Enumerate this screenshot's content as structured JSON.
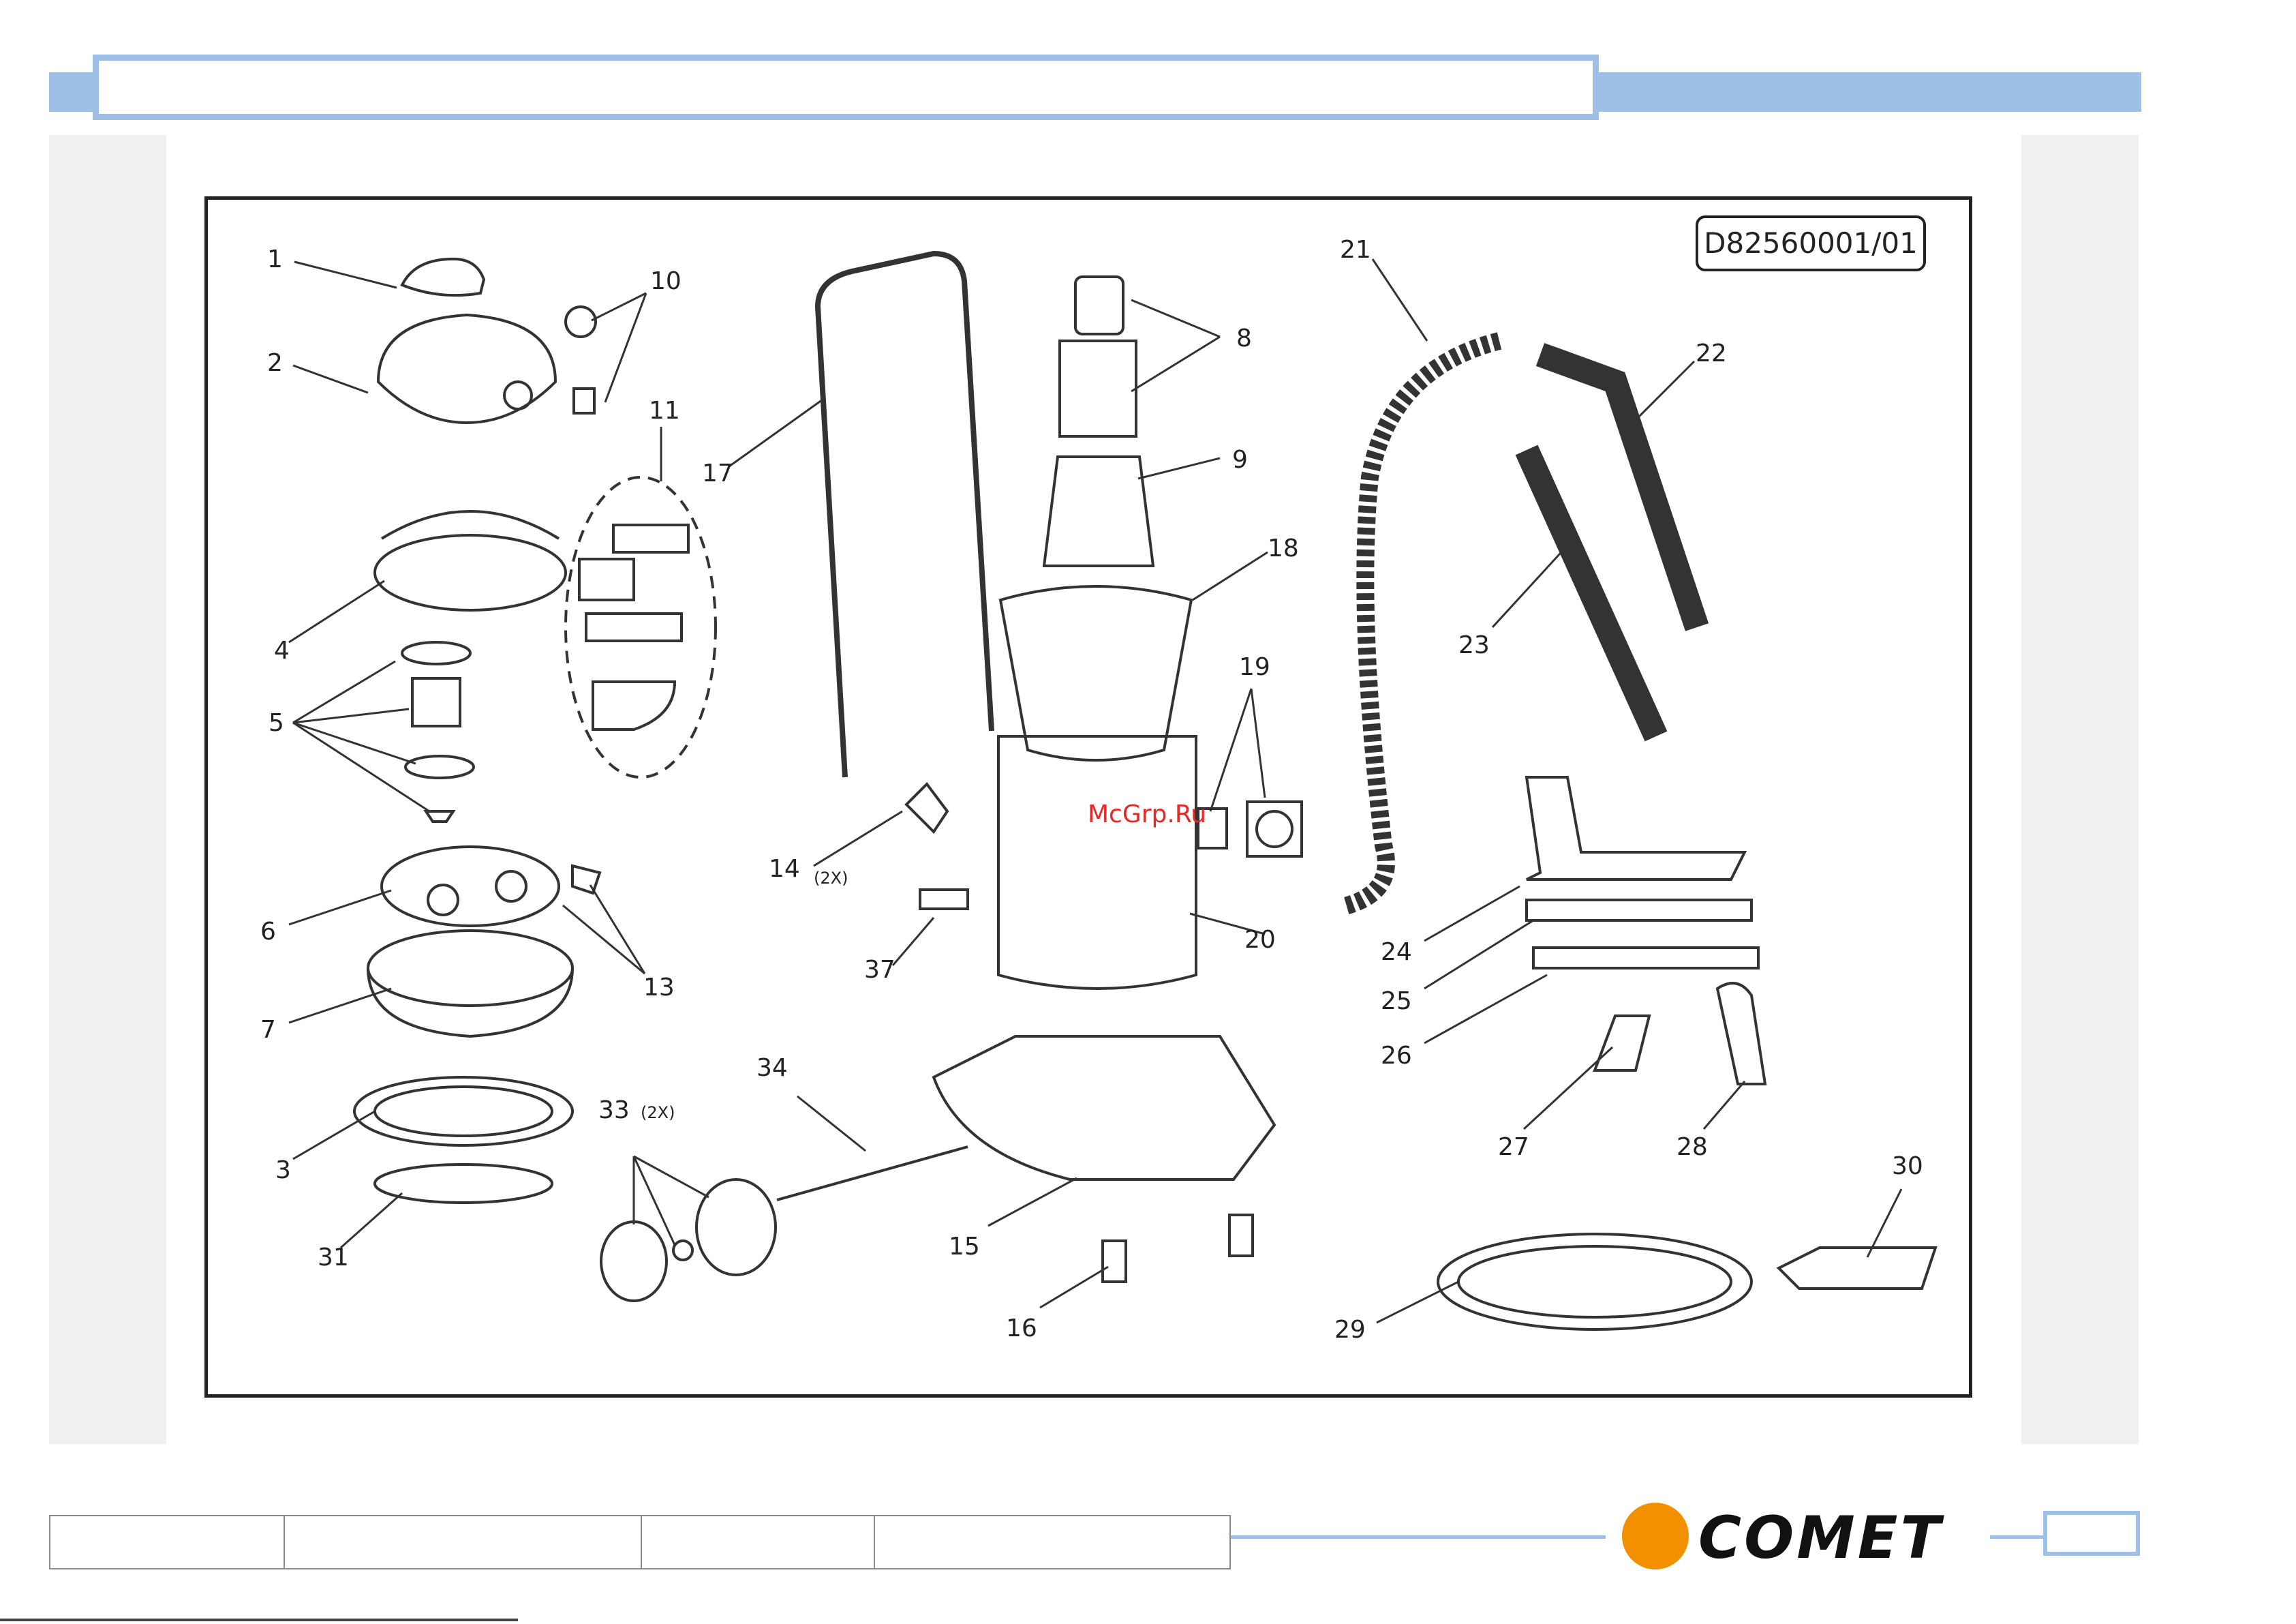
{
  "header": {
    "title": ""
  },
  "diagram": {
    "doc_code": "D82560001/01",
    "watermark": "McGrp.Ru",
    "callouts": {
      "c1": "1",
      "c2": "2",
      "c3": "3",
      "c4": "4",
      "c5": "5",
      "c6": "6",
      "c7": "7",
      "c8": "8",
      "c9": "9",
      "c10": "10",
      "c11": "11",
      "c13": "13",
      "c14": "14",
      "c15": "15",
      "c16": "16",
      "c17": "17",
      "c18": "18",
      "c19": "19",
      "c20": "20",
      "c21": "21",
      "c22": "22",
      "c23": "23",
      "c24": "24",
      "c25": "25",
      "c26": "26",
      "c27": "27",
      "c28": "28",
      "c29": "29",
      "c30": "30",
      "c31": "31",
      "c33": "33",
      "c34": "34",
      "c37": "37"
    },
    "qty_14": "(2X)",
    "qty_33": "(2X)"
  },
  "footer": {
    "cells": [
      "",
      "",
      "",
      ""
    ],
    "page_number": ""
  },
  "logo": {
    "text": "COMET",
    "dot_color": "#f39000"
  },
  "colors": {
    "accent": "#9ec0e6",
    "frame": "#222222",
    "panel": "#f0f0f0"
  }
}
